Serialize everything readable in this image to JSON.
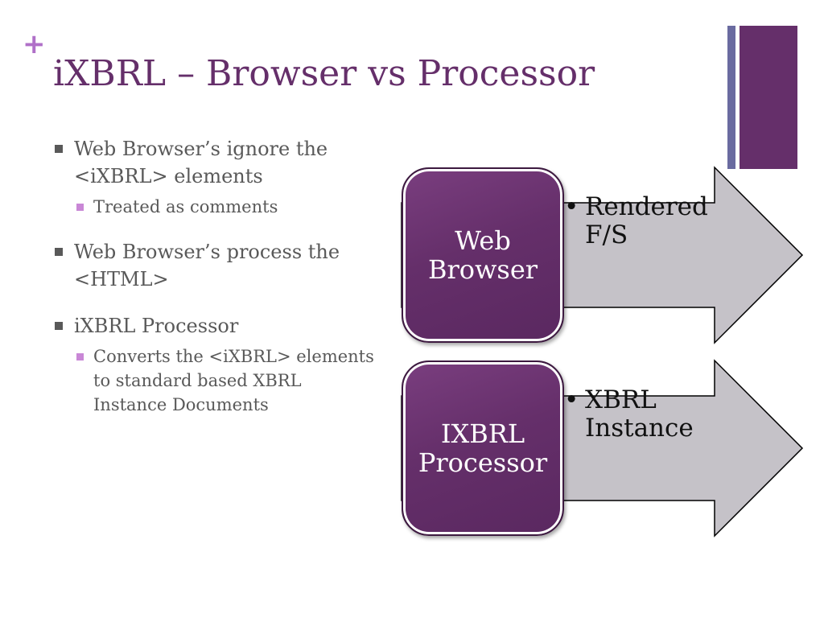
{
  "slide": {
    "title": "iXBRL – Browser vs Processor",
    "marker": "+"
  },
  "bullets": [
    {
      "text": "Web Browser’s ignore the\n<iXBRL> elements",
      "sub": [
        "Treated as comments"
      ]
    },
    {
      "text": "Web Browser’s process the\n<HTML>",
      "sub": []
    },
    {
      "text": "iXBRL Processor",
      "sub": [
        "Converts the <iXBRL> elements\nto standard based XBRL\nInstance Documents"
      ]
    }
  ],
  "diagram": {
    "rows": [
      {
        "box_label": "Web\nBrowser",
        "bullet": "•",
        "arrow_text": "Rendered\nF/S"
      },
      {
        "box_label": "IXBRL\nProcessor",
        "bullet": "•",
        "arrow_text": "XBRL\nInstance"
      }
    ]
  },
  "colors": {
    "title": "#652f6a",
    "plus": "#b070c8",
    "box_fill": "#652f6a",
    "arrow_fill": "#c5c2c8",
    "accent_bar_thin": "#6a6ba0",
    "accent_bar_thick": "#652f6a",
    "body_text": "#595959",
    "sub_bullet": "#c987d6"
  }
}
